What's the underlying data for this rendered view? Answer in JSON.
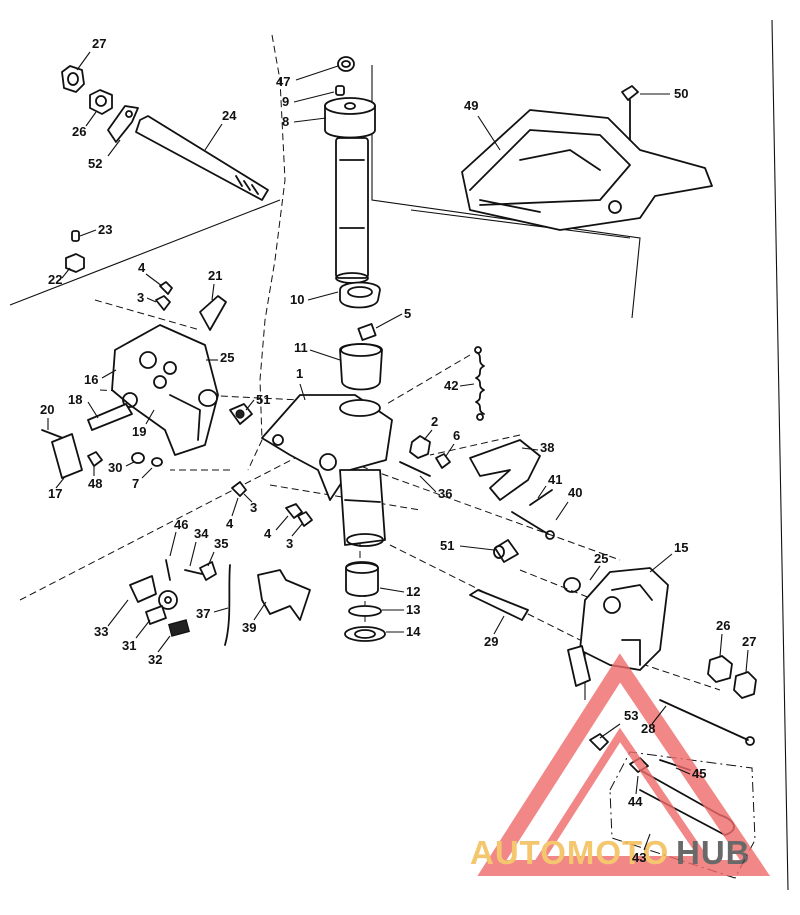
{
  "callouts": [
    {
      "n": "27"
    },
    {
      "n": "26"
    },
    {
      "n": "52"
    },
    {
      "n": "24"
    },
    {
      "n": "47"
    },
    {
      "n": "9"
    },
    {
      "n": "8"
    },
    {
      "n": "49"
    },
    {
      "n": "50"
    },
    {
      "n": "23"
    },
    {
      "n": "22"
    },
    {
      "n": "4"
    },
    {
      "n": "3"
    },
    {
      "n": "21"
    },
    {
      "n": "10"
    },
    {
      "n": "5"
    },
    {
      "n": "11"
    },
    {
      "n": "42"
    },
    {
      "n": "16"
    },
    {
      "n": "25"
    },
    {
      "n": "1"
    },
    {
      "n": "51"
    },
    {
      "n": "18"
    },
    {
      "n": "20"
    },
    {
      "n": "19"
    },
    {
      "n": "2"
    },
    {
      "n": "6"
    },
    {
      "n": "38"
    },
    {
      "n": "17"
    },
    {
      "n": "48"
    },
    {
      "n": "30"
    },
    {
      "n": "7"
    },
    {
      "n": "36"
    },
    {
      "n": "41"
    },
    {
      "n": "40"
    },
    {
      "n": "4"
    },
    {
      "n": "3"
    },
    {
      "n": "4"
    },
    {
      "n": "3"
    },
    {
      "n": "46"
    },
    {
      "n": "34"
    },
    {
      "n": "35"
    },
    {
      "n": "51"
    },
    {
      "n": "15"
    },
    {
      "n": "25"
    },
    {
      "n": "12"
    },
    {
      "n": "33"
    },
    {
      "n": "37"
    },
    {
      "n": "39"
    },
    {
      "n": "13"
    },
    {
      "n": "14"
    },
    {
      "n": "29"
    },
    {
      "n": "31"
    },
    {
      "n": "32"
    },
    {
      "n": "26"
    },
    {
      "n": "27"
    },
    {
      "n": "53"
    },
    {
      "n": "28"
    },
    {
      "n": "45"
    },
    {
      "n": "44"
    },
    {
      "n": "43"
    }
  ],
  "watermark": {
    "brand_a": "AUTOMOTO",
    "brand_b": "HUB",
    "accent": "#f2b84b",
    "dark": "#444444",
    "logo": "#ef6a6a"
  }
}
